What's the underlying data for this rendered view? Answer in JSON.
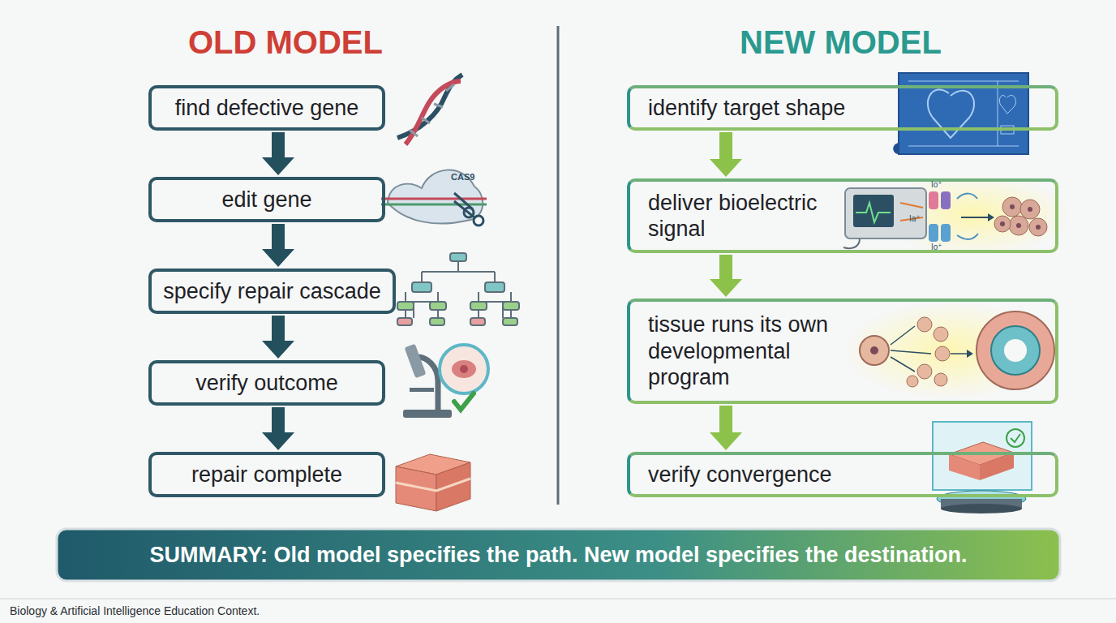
{
  "diagram": {
    "caption": "Biology & Artificial Intelligence Education Context.",
    "nodes": [
      {
        "text": [
          "find defective gene"
        ]
      },
      {
        "text": [
          "edit gene"
        ]
      },
      {
        "text": [
          "specify repair cascade"
        ]
      },
      {
        "text": [
          "verify outcome"
        ]
      },
      {
        "text": [
          "repair complete"
        ]
      },
      {
        "text": [
          "identify target shape"
        ]
      },
      {
        "text": [
          "deliver bioelectric signal"
        ]
      },
      {
        "text": [
          "tissue runs its own developmental program"
        ]
      },
      {
        "text": [
          "verify convergence"
        ]
      },
      {
        "text": [
          "SUMMARY: Old model specifies the path. New model specifies the destination."
        ]
      }
    ],
    "edges": [
      {
        "from": 0,
        "to": 1,
        "arrow": "to"
      },
      {
        "from": 1,
        "to": 2,
        "arrow": "to"
      },
      {
        "from": 2,
        "to": 3,
        "arrow": "to"
      },
      {
        "from": 3,
        "to": 4,
        "arrow": "to"
      },
      {
        "from": 5,
        "to": 6,
        "arrow": "to"
      },
      {
        "from": 6,
        "to": 7,
        "arrow": "to"
      },
      {
        "from": 7,
        "to": 8,
        "arrow": "to"
      }
    ],
    "labels": [
      "OLD MODEL",
      "NEW MODEL",
      "CAS9",
      "Io⁺",
      "Ia⁺",
      "Io⁺"
    ]
  }
}
